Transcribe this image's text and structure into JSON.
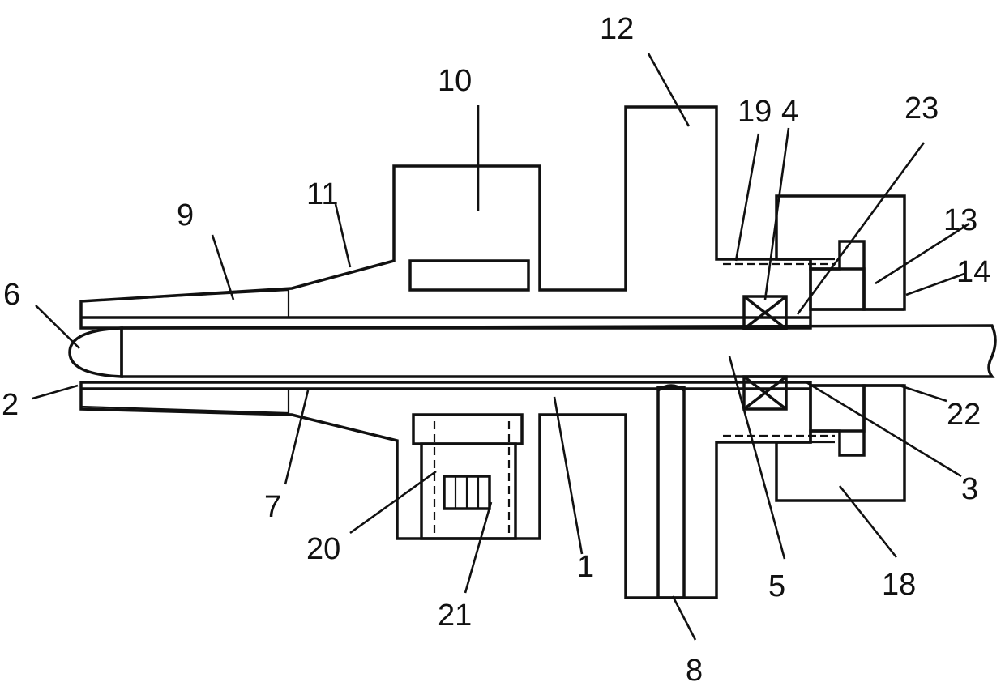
{
  "labels": {
    "l1": "1",
    "l2": "2",
    "l3": "3",
    "l4": "4",
    "l5": "5",
    "l6": "6",
    "l7": "7",
    "l8": "8",
    "l9": "9",
    "l10": "10",
    "l11": "11",
    "l12": "12",
    "l13": "13",
    "l14": "14",
    "l18": "18",
    "l19": "19",
    "l20": "20",
    "l21": "21",
    "l22": "22",
    "l23": "23"
  }
}
